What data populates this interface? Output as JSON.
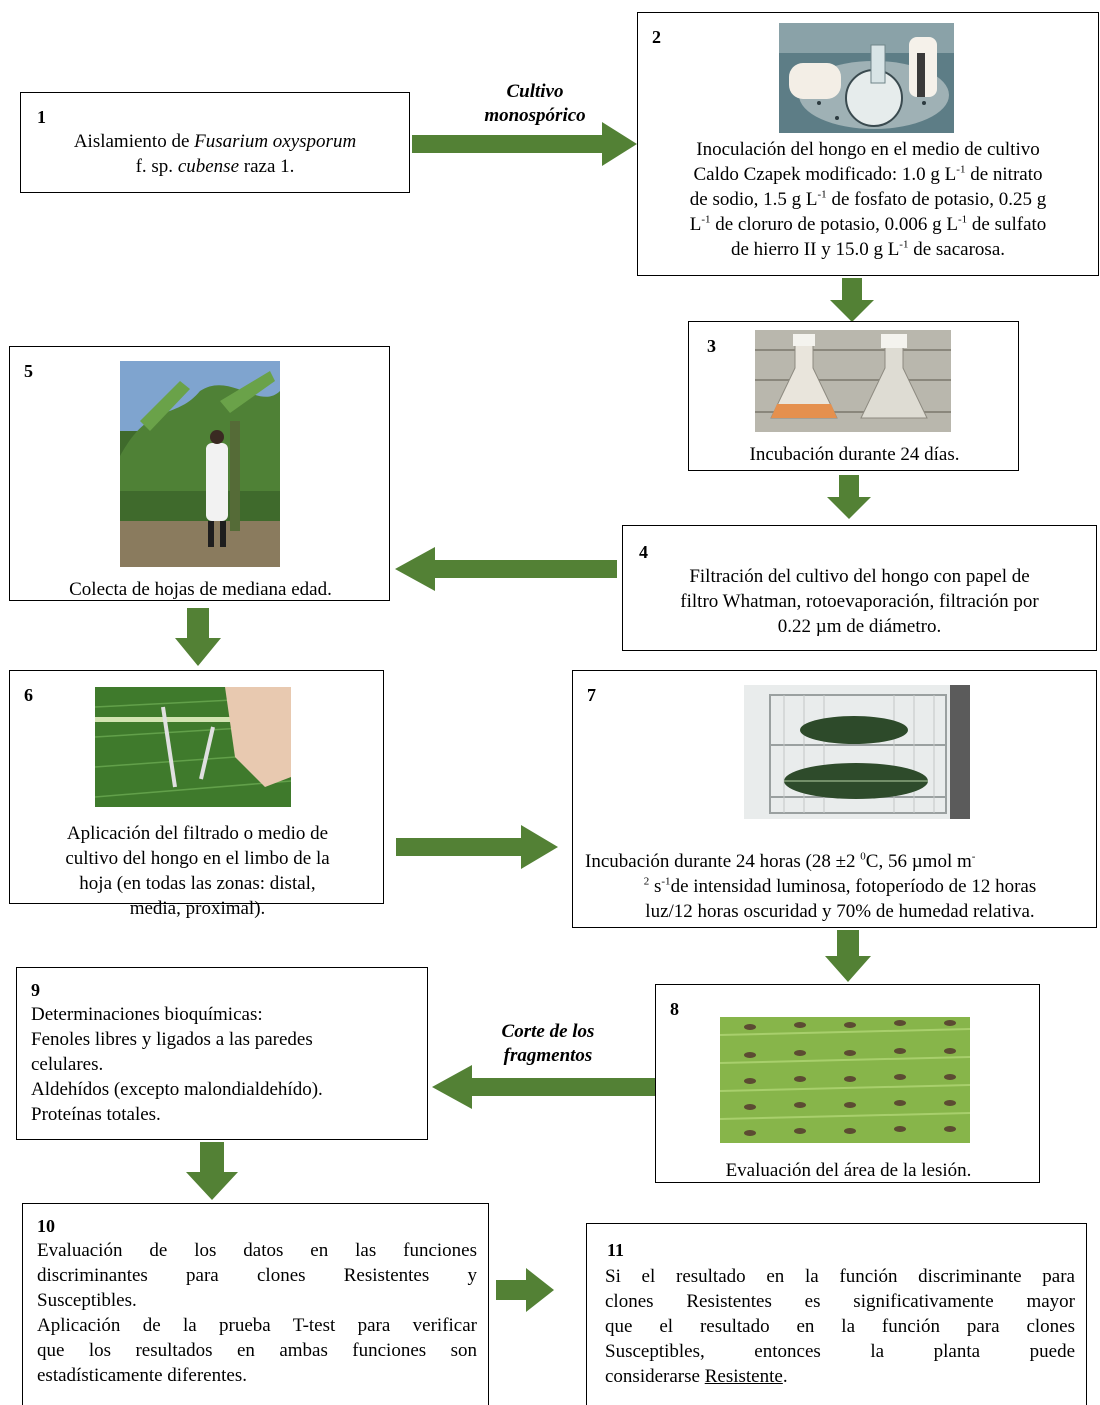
{
  "colors": {
    "arrow": "#538135",
    "border": "#000000"
  },
  "labels": {
    "arrow_1_2": [
      "Cultivo",
      "monospórico"
    ],
    "arrow_8_9": [
      "Corte de los",
      "fragmentos"
    ]
  },
  "steps": {
    "s1": {
      "number": "1",
      "line1_pre": "Aislamiento de ",
      "line1_em": "Fusarium oxysporum",
      "line2_pre": "f. sp. ",
      "line2_em": "cubense",
      "line2_post": " raza 1."
    },
    "s2": {
      "number": "2",
      "line1": "Inoculación del hongo en el medio de cultivo",
      "line2a": "Caldo Czapek modificado: 1.0 g L",
      "line2b": " de nitrato",
      "line3a": "de sodio, 1.5 g L",
      "line3b": " de fosfato de potasio, 0.25 g",
      "line4a": "L",
      "line4b": " de cloruro de potasio, 0.006 g L",
      "line4c": " de sulfato",
      "line5a": "de hierro II y 15.0 g L",
      "line5b": " de sacarosa.",
      "exp": "-1"
    },
    "s3": {
      "number": "3",
      "text": "Incubación durante 24 días."
    },
    "s4": {
      "number": "4",
      "line1": "Filtración del cultivo del hongo con papel de",
      "line2": "filtro Whatman, rotoevaporación, filtración por",
      "line3": "0.22 µm de diámetro."
    },
    "s5": {
      "number": "5",
      "text": "Colecta de hojas de mediana edad."
    },
    "s6": {
      "number": "6",
      "line1": "Aplicación del filtrado o medio de",
      "line2": "cultivo del hongo en el limbo de la",
      "line3": "hoja (en todas las zonas: distal,",
      "line4": "media, proximal)."
    },
    "s7": {
      "number": "7",
      "line1a": "Incubación durante 24 horas (28 ±2 ",
      "line1_deg": "0",
      "line1b": "C, 56 µmol m",
      "line1_exp": "-",
      "line2_exp1": "2",
      "line2a": " s",
      "line2_exp2": "-1",
      "line2b": "de intensidad luminosa, fotoperíodo de 12 horas",
      "line3": "luz/12 horas oscuridad y 70% de humedad relativa."
    },
    "s8": {
      "number": "8",
      "text": "Evaluación del área de la lesión."
    },
    "s9": {
      "number": "9",
      "line1": "Determinaciones bioquímicas:",
      "line2": "Fenoles libres y ligados a las paredes",
      "line3": "celulares.",
      "line4": "Aldehídos (excepto malondialdehído).",
      "line5": "Proteínas totales."
    },
    "s10": {
      "number": "10",
      "line1": "Evaluación de los datos en las funciones",
      "line2": "discriminantes para clones Resistentes y",
      "line3": "Susceptibles.",
      "line4": "Aplicación de la prueba T-test para verificar",
      "line5": "que los resultados en ambas funciones son",
      "line6": "estadísticamente diferentes."
    },
    "s11": {
      "number": "11",
      "line1": "Si el resultado en la función discriminante para",
      "line2": "clones Resistentes es significativamente mayor",
      "line3": "que el resultado en la función para clones",
      "line4": "Susceptibles,   entonces   la   planta   puede",
      "line5_pre": "considerarse ",
      "line5_u": "Resistente",
      "line5_post": "."
    }
  }
}
